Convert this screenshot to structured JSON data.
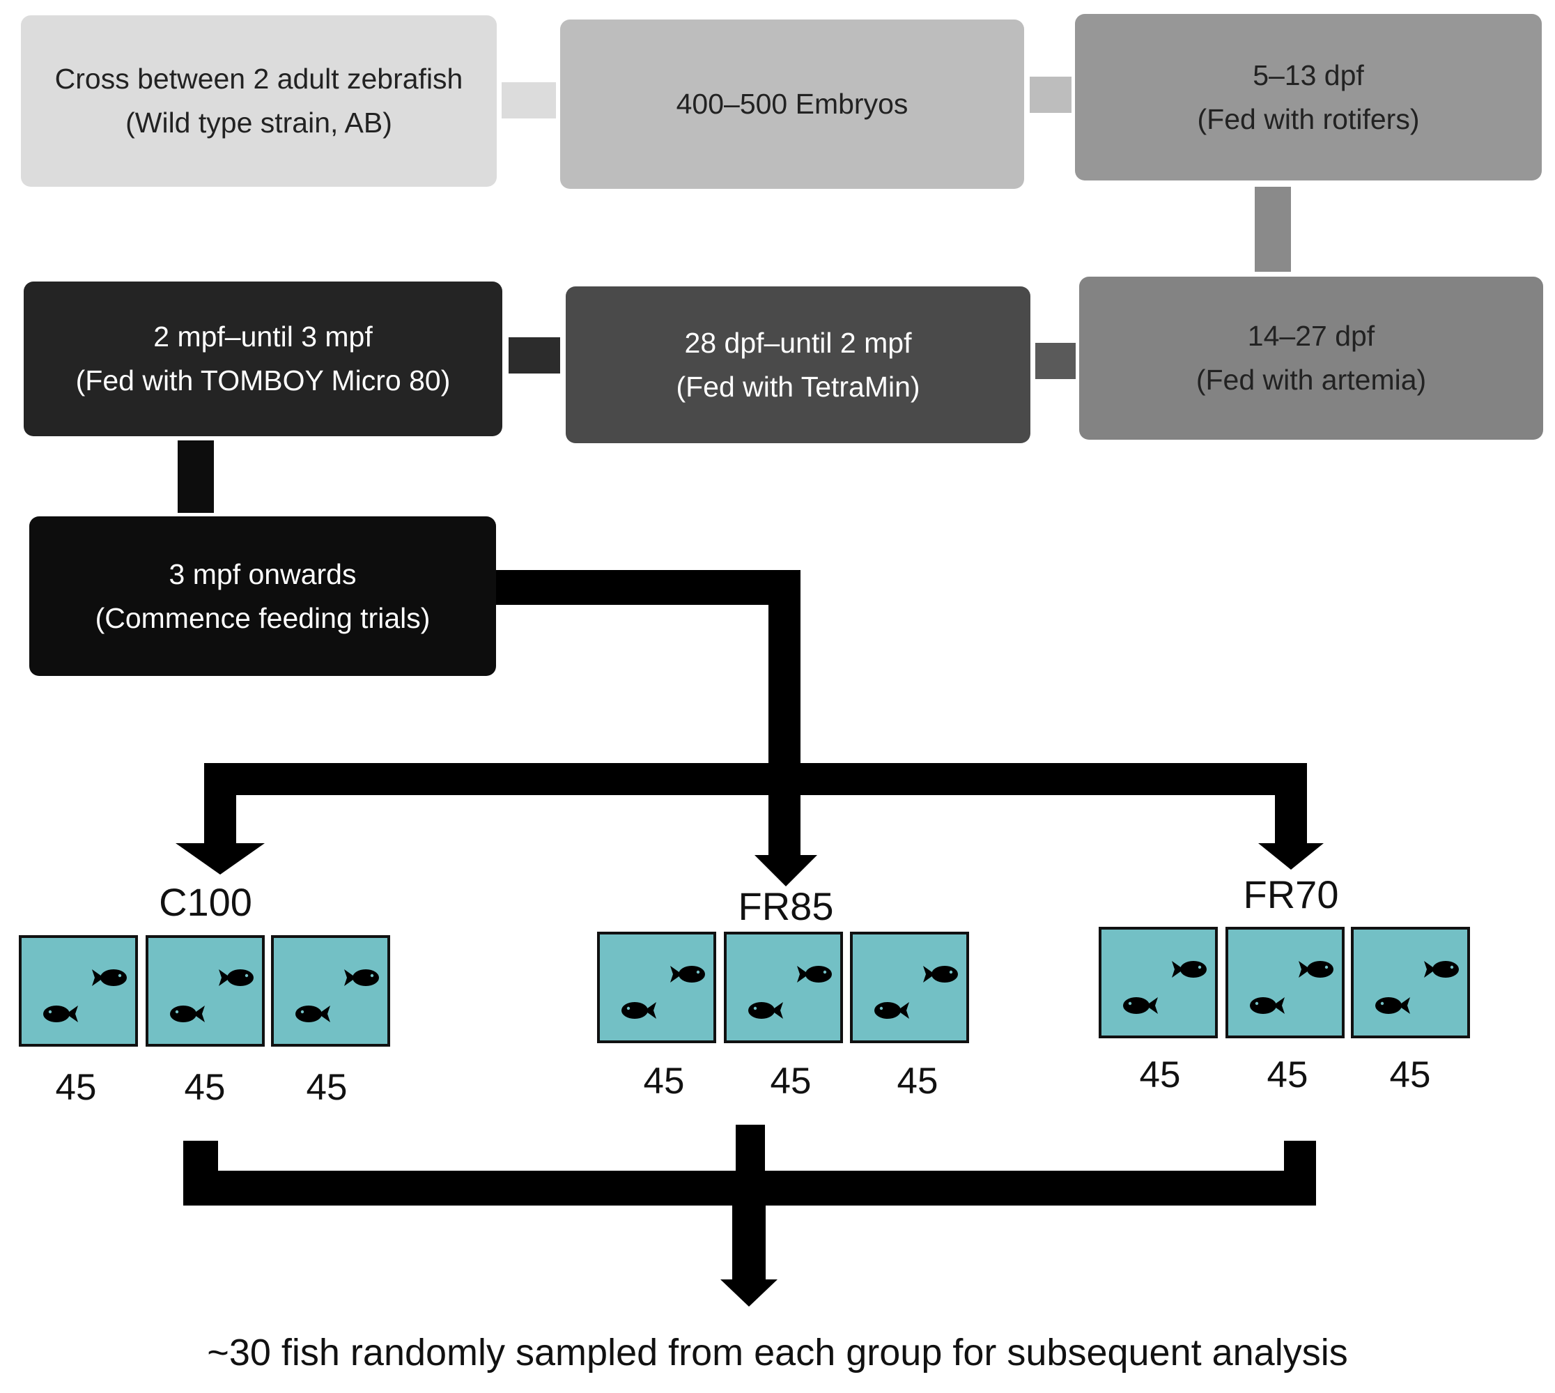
{
  "boxes": {
    "cross": {
      "line1": "Cross between 2 adult zebrafish",
      "line2": "(Wild type strain, AB)",
      "fill": "#dcdcdc",
      "text": "#222222"
    },
    "embryos": {
      "line1": "400–500 Embryos",
      "fill": "#bdbdbd",
      "text": "#222222"
    },
    "rotifers": {
      "line1": "5–13 dpf",
      "line2": "(Fed with rotifers)",
      "fill": "#979797",
      "text": "#222222"
    },
    "artemia": {
      "line1": "14–27 dpf",
      "line2": "(Fed with artemia)",
      "fill": "#838383",
      "text": "#222222"
    },
    "tetramin": {
      "line1": "28 dpf–until 2 mpf",
      "line2": "(Fed with TetraMin)",
      "fill": "#4a4a4a",
      "text": "#ffffff"
    },
    "tomboy": {
      "line1": "2 mpf–until 3 mpf",
      "line2": "(Fed with TOMBOY Micro 80)",
      "fill": "#242424",
      "text": "#ffffff"
    },
    "trials": {
      "line1": "3 mpf onwards",
      "line2": "(Commence feeding trials)",
      "fill": "#0d0d0d",
      "text": "#ffffff"
    }
  },
  "groups": [
    {
      "label": "C100",
      "counts": [
        "45",
        "45",
        "45"
      ]
    },
    {
      "label": "FR85",
      "counts": [
        "45",
        "45",
        "45"
      ]
    },
    {
      "label": "FR70",
      "counts": [
        "45",
        "45",
        "45"
      ]
    }
  ],
  "tank_color": "#73c0c5",
  "icon": "fish-icon",
  "footer": "~30 fish randomly sampled from each group for subsequent analysis"
}
